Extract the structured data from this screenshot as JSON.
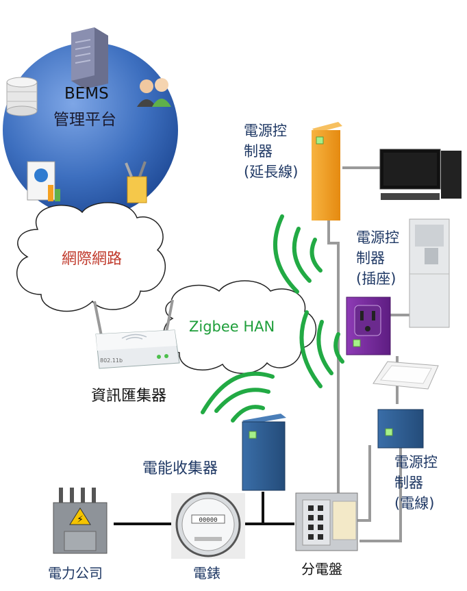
{
  "bems": {
    "title": "BEMS",
    "subtitle": "管理平台"
  },
  "internet": {
    "label": "網際網路"
  },
  "zigbee": {
    "label": "Zigbee HAN"
  },
  "gateway": {
    "label": "資訊匯集器",
    "device_text": "802.11b"
  },
  "controllers": {
    "extension": {
      "line1": "電源控",
      "line2": "制器",
      "line3": "(延長線)"
    },
    "socket": {
      "line1": "電源控",
      "line2": "制器",
      "line3": "(插座)"
    },
    "wire": {
      "line1": "電源控",
      "line2": "制器",
      "line3": "(電線)"
    }
  },
  "collector": {
    "label": "電能收集器"
  },
  "utility": {
    "label": "電力公司"
  },
  "meter": {
    "label": "電錶",
    "reading": "00000"
  },
  "panel": {
    "label": "分電盤"
  },
  "colors": {
    "globe": "#3d6fbf",
    "orange_controller": "#f5a020",
    "purple_controller": "#7a2a9e",
    "blue_box": "#2f5f94",
    "signal_green": "#22aa44",
    "line_gray": "#9a9a9a"
  }
}
